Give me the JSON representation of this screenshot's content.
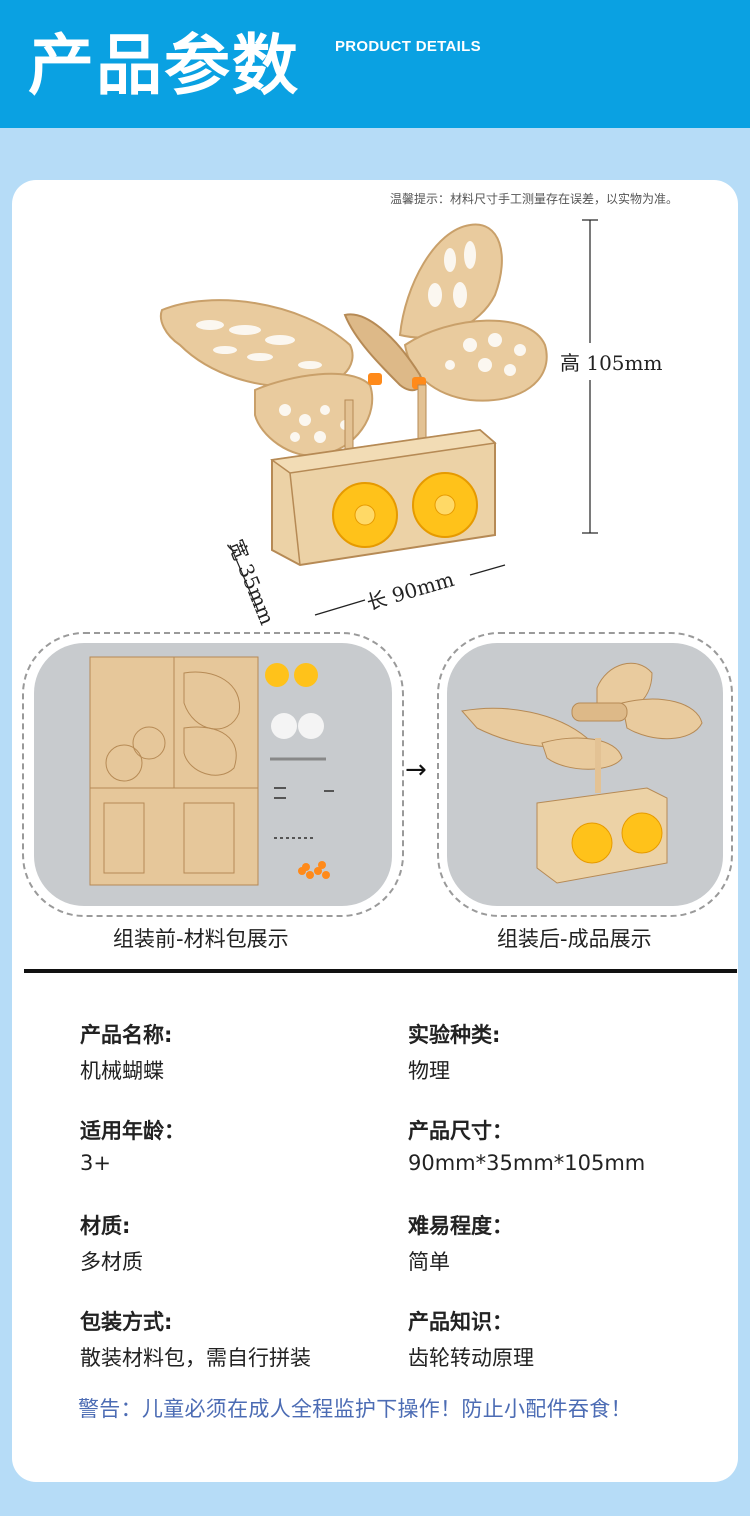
{
  "header": {
    "title": "产品参数",
    "subtitle": "PRODUCT DETAILS"
  },
  "tip": "温馨提示：材料尺寸手工测量存在误差，以实物为准。",
  "dimensions": {
    "height_label": "高 105mm",
    "width_label": "宽 35mm",
    "length_label": "长 90mm"
  },
  "photos": {
    "before_caption": "组装前-材料包展示",
    "after_caption": "组装后-成品展示",
    "arrow": "→"
  },
  "specs": [
    {
      "label": "产品名称:",
      "value": "机械蝴蝶"
    },
    {
      "label": "实验种类:",
      "value": "物理"
    },
    {
      "label": "适用年龄：",
      "value": "3+"
    },
    {
      "label": "产品尺寸：",
      "value": "90mm*35mm*105mm"
    },
    {
      "label": "材质:",
      "value": "多材质"
    },
    {
      "label": "难易程度：",
      "value": "简单"
    },
    {
      "label": "包装方式:",
      "value": "散装材料包，需自行拼装"
    },
    {
      "label": "产品知识：",
      "value": "齿轮转动原理"
    }
  ],
  "warning": "警告：儿童必须在成人全程监护下操作！防止小配件吞食！",
  "colors": {
    "banner": "#0aa1e2",
    "background": "#b6dcf7",
    "wood": "#e6c79a",
    "gear": "#ffc21a",
    "warning_text": "#4c6cb4"
  }
}
